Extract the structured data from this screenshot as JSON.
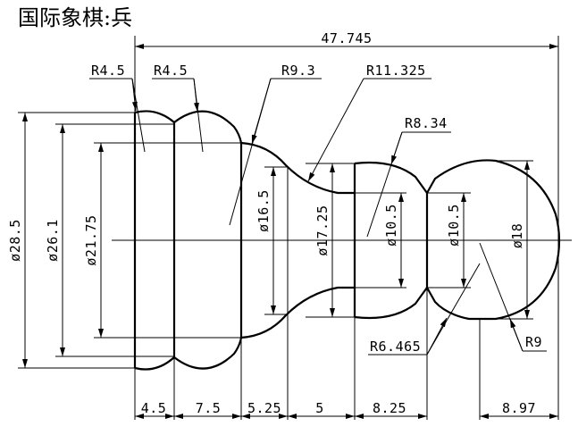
{
  "drawing": {
    "title": "国际象棋:兵",
    "overall_length": "47.745",
    "radii": {
      "r1": "R4.5",
      "r2": "R4.5",
      "r3": "R9.3",
      "r4": "R11.325",
      "r5": "R8.34",
      "r6": "R6.465",
      "r7": "R9"
    },
    "diameters": {
      "d1": "ø28.5",
      "d2": "ø26.1",
      "d3": "ø21.75",
      "d4": "ø16.5",
      "d5": "ø17.25",
      "d6": "ø10.5",
      "d7": "ø10.5",
      "d8": "ø18"
    },
    "lengths": {
      "l1": "4.5",
      "l2": "7.5",
      "l3": "5.25",
      "l4": "5",
      "l5": "8.25",
      "l6": "8.97"
    }
  }
}
